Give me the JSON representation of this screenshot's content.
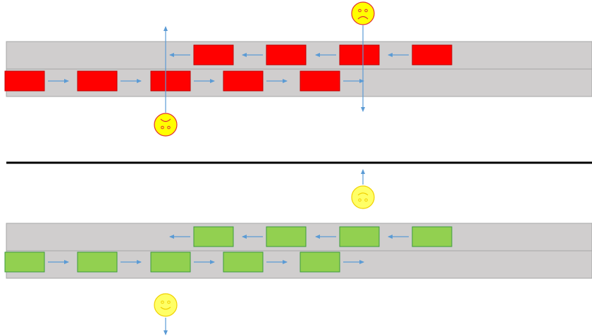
{
  "colors": {
    "road": "#d0cece",
    "road_edge": "#a6a6a6",
    "car_congested": "#ff0000",
    "car_congested_border": "#c00000",
    "car_flowing": "#92d050",
    "car_flowing_border": "#3c9a3c",
    "arrow": "#5b9bd5",
    "face_fill": "#ffff00",
    "face_fill_light": "#ffff66",
    "face_border_sad": "#e03030",
    "face_border_happy": "#f0d000",
    "feature": "#5b9bd5",
    "divider": "#000000"
  },
  "scenarios": [
    {
      "name": "congested",
      "car_style": "congested",
      "upper_lane_direction": "left",
      "lower_lane_direction": "right",
      "upper_lane_cars": 4,
      "lower_lane_cars": 5,
      "pedestrians": [
        {
          "mood": "sad",
          "crossing": "down"
        },
        {
          "mood": "sad",
          "crossing": "up"
        }
      ]
    },
    {
      "name": "flowing",
      "car_style": "flowing",
      "upper_lane_direction": "left",
      "lower_lane_direction": "right",
      "upper_lane_cars": 4,
      "lower_lane_cars": 5,
      "pedestrians": [
        {
          "mood": "happy",
          "crossing": "up"
        },
        {
          "mood": "happy",
          "crossing": "down"
        }
      ]
    }
  ]
}
